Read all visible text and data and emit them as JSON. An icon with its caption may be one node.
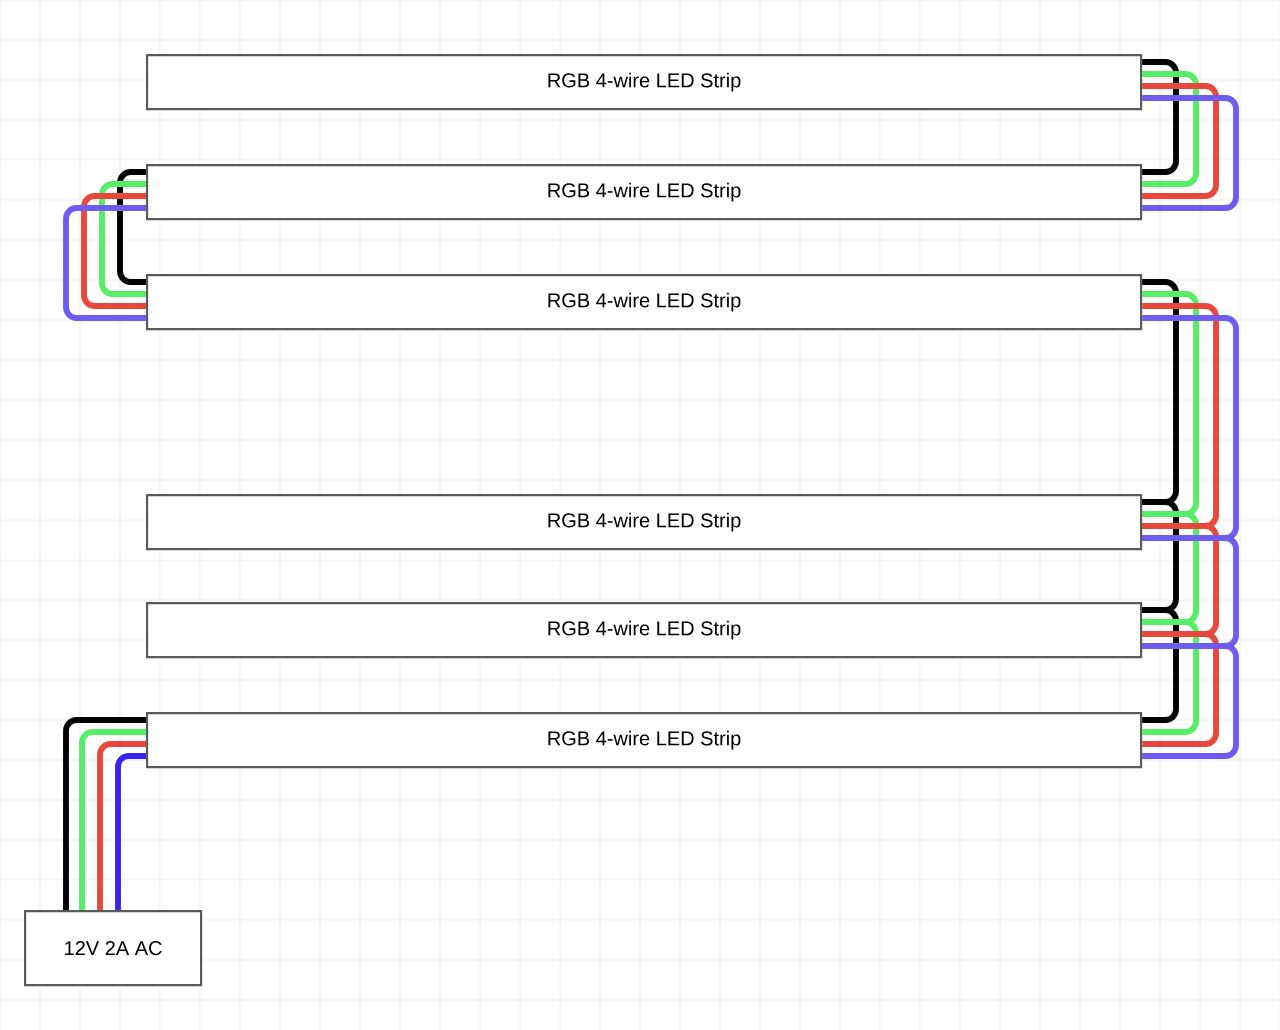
{
  "diagram": {
    "nodes": [
      {
        "text": [
          "RGB 4-wire LED Strip"
        ]
      },
      {
        "text": [
          "RGB 4-wire LED Strip"
        ]
      },
      {
        "text": [
          "RGB 4-wire LED Strip"
        ]
      },
      {
        "text": [
          "RGB 4-wire LED Strip"
        ]
      },
      {
        "text": [
          "RGB 4-wire LED Strip"
        ]
      },
      {
        "text": [
          "RGB 4-wire LED Strip"
        ]
      },
      {
        "text": [
          "12V 2A AC"
        ]
      }
    ],
    "edges": [
      {
        "from": 6,
        "to": 5,
        "arrow": "none",
        "color": "#000000"
      },
      {
        "from": 6,
        "to": 5,
        "arrow": "none",
        "color": "#55ee66"
      },
      {
        "from": 6,
        "to": 5,
        "arrow": "none",
        "color": "#e8473c"
      },
      {
        "from": 6,
        "to": 5,
        "arrow": "none",
        "color": "#3a22ee"
      },
      {
        "from": 5,
        "to": 4,
        "arrow": "none",
        "color": "#000000"
      },
      {
        "from": 5,
        "to": 4,
        "arrow": "none",
        "color": "#55ee66"
      },
      {
        "from": 5,
        "to": 4,
        "arrow": "none",
        "color": "#e8473c"
      },
      {
        "from": 5,
        "to": 4,
        "arrow": "none",
        "color": "#6e5cf0"
      },
      {
        "from": 4,
        "to": 3,
        "arrow": "none",
        "color": "#000000"
      },
      {
        "from": 4,
        "to": 3,
        "arrow": "none",
        "color": "#55ee66"
      },
      {
        "from": 4,
        "to": 3,
        "arrow": "none",
        "color": "#e8473c"
      },
      {
        "from": 4,
        "to": 3,
        "arrow": "none",
        "color": "#6e5cf0"
      },
      {
        "from": 3,
        "to": 2,
        "arrow": "none",
        "color": "#000000"
      },
      {
        "from": 3,
        "to": 2,
        "arrow": "none",
        "color": "#55ee66"
      },
      {
        "from": 3,
        "to": 2,
        "arrow": "none",
        "color": "#e8473c"
      },
      {
        "from": 3,
        "to": 2,
        "arrow": "none",
        "color": "#6e5cf0"
      },
      {
        "from": 2,
        "to": 1,
        "arrow": "none",
        "color": "#000000"
      },
      {
        "from": 2,
        "to": 1,
        "arrow": "none",
        "color": "#55ee66"
      },
      {
        "from": 2,
        "to": 1,
        "arrow": "none",
        "color": "#e8473c"
      },
      {
        "from": 2,
        "to": 1,
        "arrow": "none",
        "color": "#6e5cf0"
      },
      {
        "from": 1,
        "to": 0,
        "arrow": "none",
        "color": "#000000"
      },
      {
        "from": 1,
        "to": 0,
        "arrow": "none",
        "color": "#55ee66"
      },
      {
        "from": 1,
        "to": 0,
        "arrow": "none",
        "color": "#e8473c"
      },
      {
        "from": 1,
        "to": 0,
        "arrow": "none",
        "color": "#6e5cf0"
      }
    ]
  }
}
